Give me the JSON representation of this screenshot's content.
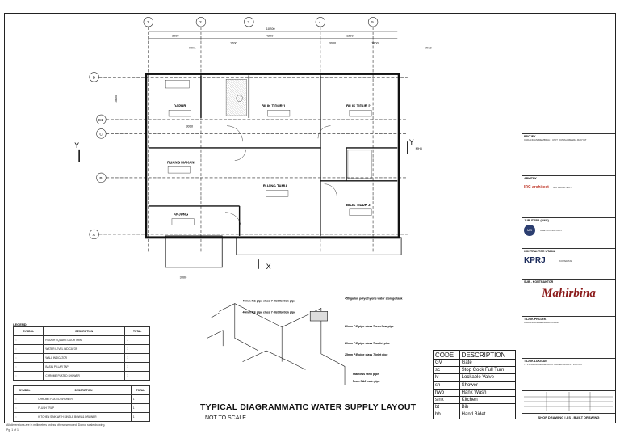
{
  "rooms": {
    "dapur": "DAPUR",
    "bilik1": "BILIK TIDUR 1",
    "bilik2": "BILIK TIDUR 2",
    "bilik3": "BILIK TIDUR 3",
    "ruang_makan": "RUANG MAKAN",
    "ruang_tamu": "RUANG TAMU",
    "anjung": "ANJUNG"
  },
  "dims": {
    "overall": "10200",
    "d1": "3000",
    "d2": "1200",
    "d3": "4200",
    "d4": "3000",
    "d5": "1200",
    "d6": "1800",
    "left1": "3600",
    "bottom": "3000",
    "mid": "3000"
  },
  "axes": {
    "cols": [
      "1",
      "2",
      "3",
      "4",
      "5"
    ],
    "rows": [
      "D",
      "C1",
      "C",
      "B",
      "A"
    ]
  },
  "section_marks": {
    "x_left": "X",
    "y_left": "Y",
    "y_right": "Y",
    "mh1": "MH1",
    "mh2": "MH2",
    "mh3": "MH3"
  },
  "legend": {
    "title": "LEGEND",
    "headers": [
      "SYMBOL",
      "DESCRIPTION",
      "TOTAL"
    ],
    "rows1": [
      [
        "ROUGH SQUARE DOOR TRIM",
        "1"
      ],
      [
        "WATER LEVEL INDICATOR",
        "1"
      ],
      [
        "WALL INDICATOR",
        "1"
      ],
      [
        "BASIN PILLAR TAP",
        "1"
      ],
      [
        "CHROME PLATED SHOWER",
        "1"
      ]
    ],
    "rows2": [
      [
        "CHROME PLATED SHOWER",
        "1"
      ],
      [
        "FLUSH TRAP",
        "1"
      ],
      [
        "KITCHEN SINK WITH SINGLE BOWL & DRAINER",
        "1"
      ]
    ]
  },
  "notes": [
    "40mm P.E pipe class 7 distribution pipe",
    "40mm P.E pipe class 7 distribution pipe",
    "450 gallon polyethylene water storage tank",
    "20mm P.E pipe class 7 overflow pipe",
    "20mm P.E pipe class 7 outlet pipe",
    "25mm P.E pipe class 7 inlet pipe",
    "Stainless steel pipe",
    "From SAJ main pipe"
  ],
  "code_table": {
    "headers": [
      "CODE",
      "DESCRIPTION"
    ],
    "rows": [
      [
        "GV",
        "Gate"
      ],
      [
        "sc",
        "Stop Cock Full Turn"
      ],
      [
        "lv",
        "Lockable Valve"
      ],
      [
        "sh",
        "Shower"
      ],
      [
        "hwb",
        "Hank Wash"
      ],
      [
        "sink",
        "Kitchen"
      ],
      [
        "bt",
        "Bib"
      ],
      [
        "hb",
        "Hand Bidet"
      ]
    ]
  },
  "title": "TYPICAL DIAGRAMMATIC WATER SUPPLY LAYOUT",
  "subtitle": "NOT TO SCALE",
  "footnote": "All dimensions are in millimetres unless otherwise noted. Do not scale drawing.",
  "footnote2": "Pg. 1 of 1",
  "titleblock": {
    "projek_h": "PROJEK",
    "projek": "CADANGAN MEMBINA 1 UNIT RUMAH MESRA RAKYAT",
    "arkitek_h": "ARKITEK",
    "arkitek_logo": "IRC architect",
    "arkitek_t": "IRC ARCHITECT",
    "jurutera_h": "JURUTERA (M&E)",
    "jurutera_logo": "MS",
    "jurutera_t": "M&E CONSULTANT",
    "kontraktor_h": "KONTRAKTOR UTAMA",
    "kontraktor_logo": "KPRJ",
    "kontraktor_t": "KOPERASI",
    "subkon_h": "SUB - KONTRAKTOR",
    "subkon_logo": "Mahirbina",
    "tajuk_h": "TAJUK PROJEK",
    "tajuk_t": "CADANGAN MEMBINA RUMAH",
    "lukisan_h": "TAJUK LUKISAN",
    "lukisan_t": "TYPICAL DIAGRAMMATIC WATER SUPPLY LAYOUT",
    "footer": "SHOP DRAWING | AS - BUILT DRAWING"
  }
}
